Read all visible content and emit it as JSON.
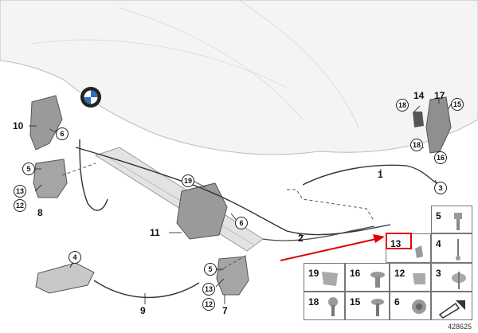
{
  "callouts": {
    "c1": "1",
    "c2": "2",
    "c3": "3",
    "c4": "4",
    "c5a": "5",
    "c5b": "5",
    "c6a": "6",
    "c6b": "6",
    "c7": "7",
    "c8": "8",
    "c9": "9",
    "c10": "10",
    "c11": "11",
    "c12a": "12",
    "c12b": "12",
    "c13a": "13",
    "c13b": "13",
    "c14": "14",
    "c15": "15",
    "c16": "16",
    "c17": "17",
    "c18a": "18",
    "c18b": "18",
    "c19": "19"
  },
  "legend": {
    "n5": "5",
    "n4": "4",
    "n13": "13",
    "n3": "3",
    "n19": "19",
    "n16": "16",
    "n12": "12",
    "n18": "18",
    "n15": "15",
    "n6": "6"
  },
  "diagram_id": "428625",
  "colors": {
    "highlight": "#e00000",
    "line": "#333333",
    "part": "#c8c8c8"
  },
  "logo": {
    "type": "bmw-roundel"
  }
}
